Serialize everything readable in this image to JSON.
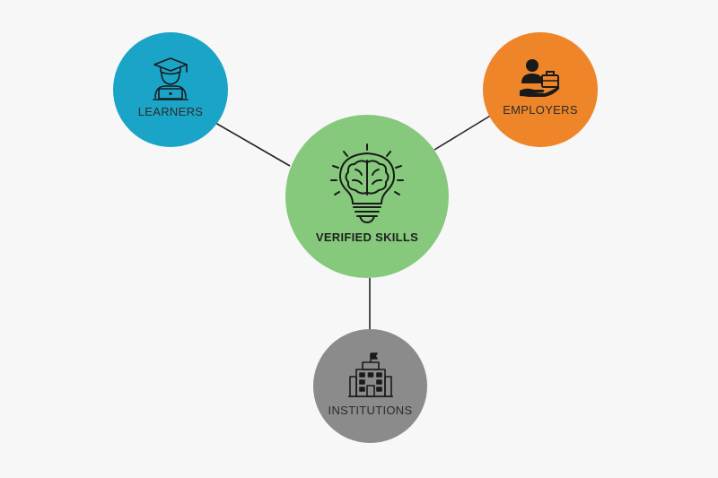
{
  "colors": {
    "background": "#f7f7f7",
    "learners": "#1aa5c8",
    "employers": "#ee8528",
    "center": "#86c97d",
    "institutions": "#8c8b8b",
    "connector": "#222222",
    "icon_stroke": "#1a1a1a"
  },
  "nodes": {
    "center": {
      "label": "VERIFIED SKILLS",
      "icon": "lightbulb-brain-icon"
    },
    "learners": {
      "label": "LEARNERS",
      "icon": "graduate-laptop-icon"
    },
    "employers": {
      "label": "EMPLOYERS",
      "icon": "employer-briefcase-icon"
    },
    "institutions": {
      "label": "INSTITUTIONS",
      "icon": "building-icon"
    }
  },
  "edges": [
    {
      "from": "center",
      "to": "learners"
    },
    {
      "from": "center",
      "to": "employers"
    },
    {
      "from": "center",
      "to": "institutions"
    }
  ]
}
